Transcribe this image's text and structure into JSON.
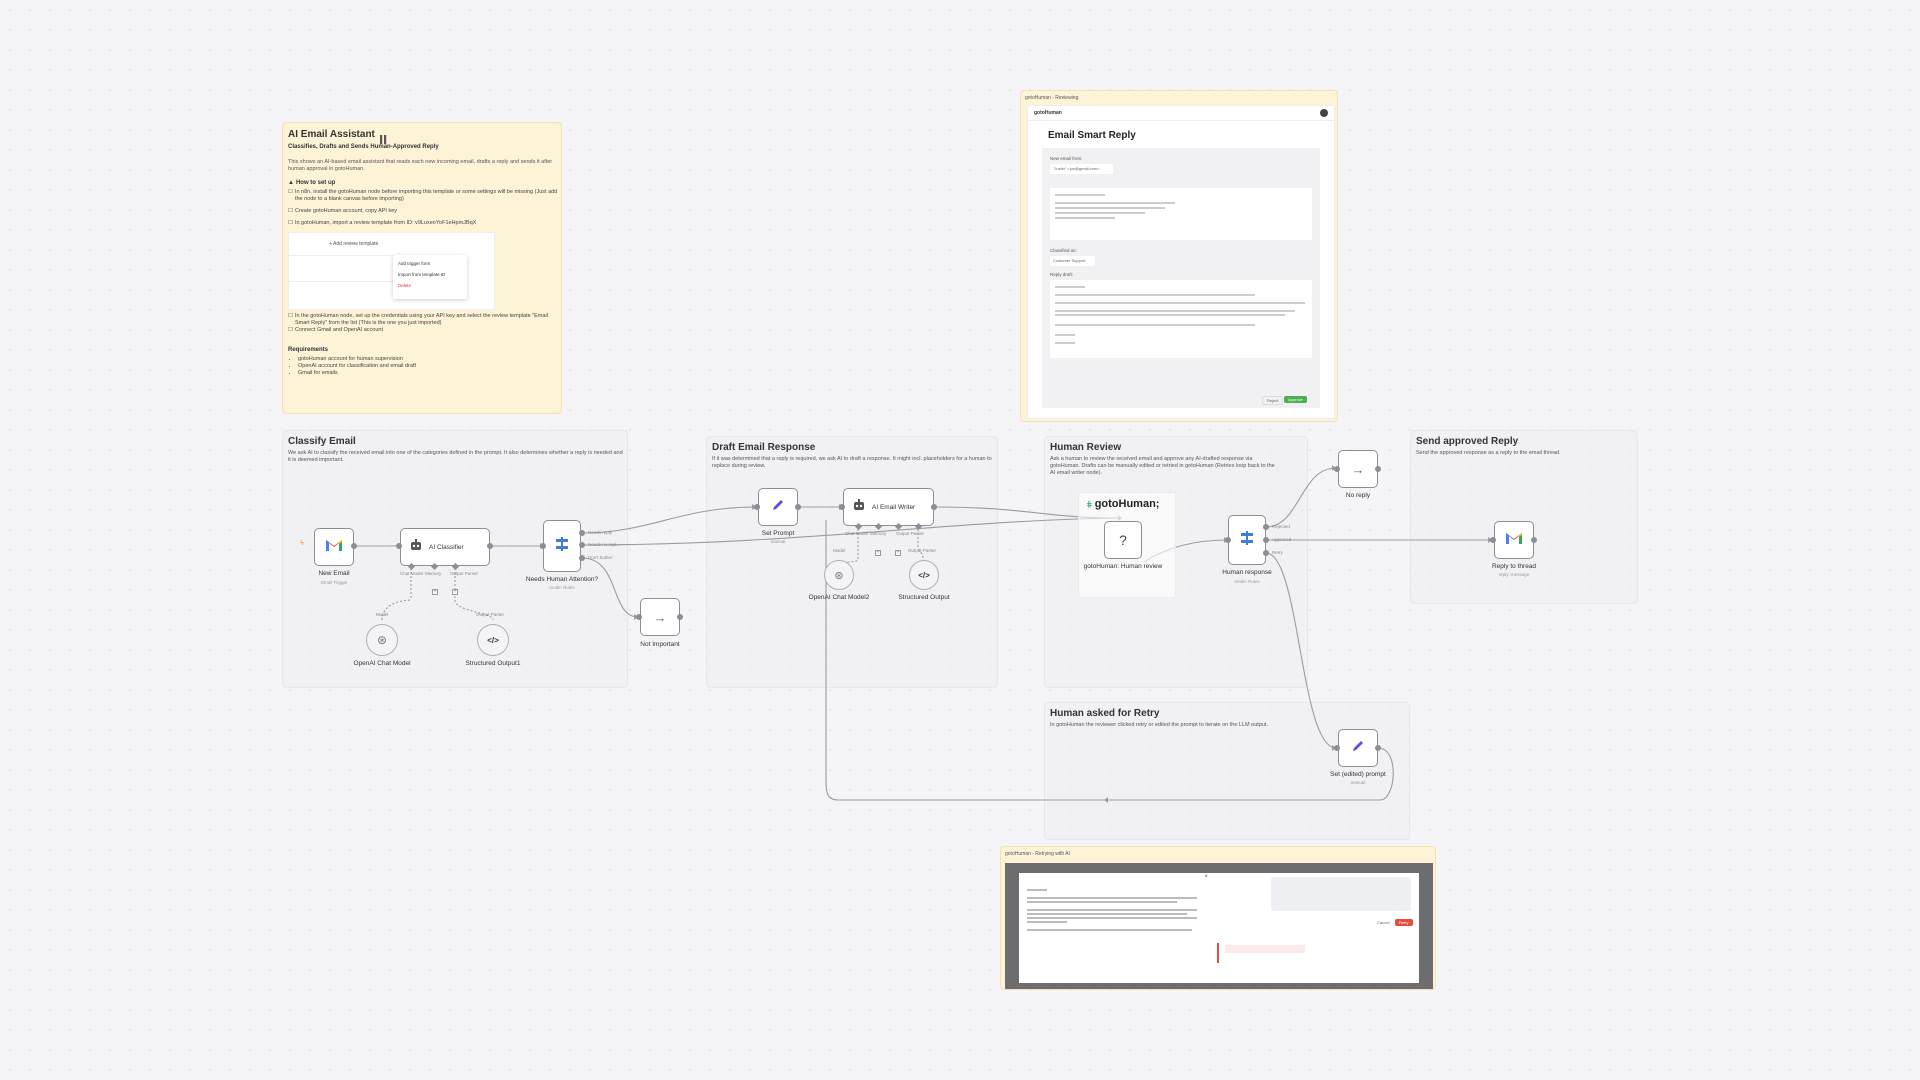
{
  "sticky_main": {
    "title": "AI Email Assistant",
    "subtitle": "Classifies, Drafts and Sends Human-Approved Reply",
    "intro": "This shows an AI-based email assistant that reads each new incoming email, drafts a reply and sends it after human approval in gotoHuman.",
    "how_to_title": "How to set up",
    "steps": [
      "In n8n, install the gotoHuman node before importing this template or some settings will be missing (Just add the node to a blank canvas before importing)",
      "Create gotoHuman account, copy API key",
      "In gotoHuman, import a review template from ID: v9LuxeoYoF1eHpmJBqX"
    ],
    "steps2": [
      "In the gotoHuman node, set up the credentials using your API key and select the review template \"Email Smart Reply\" from the list (This is the one you just imported)",
      "Connect Gmail and OpenAI account"
    ],
    "popup": {
      "button": "+ Add review template",
      "items": [
        "Add trigger form",
        "Import from template ID",
        "Delete"
      ]
    },
    "requirements_title": "Requirements",
    "requirements": [
      "gotoHuman account for human supervision",
      "OpenAI account for classification and email draft",
      "Gmail for emails"
    ]
  },
  "sticky_reviewing": {
    "header": "gotoHuman - Reviewing",
    "brand": "gotoHuman",
    "title": "Email Smart Reply",
    "new_email_label": "New email from:",
    "from_value": "\"Justin\" <jus@gmail.com>",
    "classified_label": "Classified as:",
    "classified_value": "Customer Support",
    "reply_label": "Reply draft:",
    "reject_btn": "Reject",
    "approve_btn": "Approve"
  },
  "sticky_retry": {
    "header": "gotoHuman - Retrying with AI",
    "cancel": "Cancel",
    "retry": "Retry"
  },
  "sections": {
    "classify": {
      "title": "Classify Email",
      "desc": "We ask AI to classify the received email into one of the categories defined in the prompt. It also determines whether a reply is needed and it is deemed important."
    },
    "draft": {
      "title": "Draft Email Response",
      "desc": "If it was determined that a reply is required, we ask AI to draft a response. It might incl. placeholders for a human to replace during review."
    },
    "review": {
      "title": "Human Review",
      "desc": "Ask a human to review the received email and approve any AI-drafted response via gotoHuman. Drafts can be manually edited or retried in gotoHuman (Retries loop back to the AI email writer node)."
    },
    "send": {
      "title": "Send approved Reply",
      "desc": "Send the approved response as a reply to the email thread."
    },
    "retry": {
      "title": "Human asked for Retry",
      "desc": "In gotoHuman the reviewer clicked retry or edited the prompt to iterate on the LLM output."
    }
  },
  "nodes": {
    "new_email": {
      "label": "New Email",
      "sub": "Gmail Trigger"
    },
    "ai_classifier": {
      "label": "AI Classifier",
      "p1": "Chat Model",
      "p2": "Memory",
      "p3": "Output Parser"
    },
    "openai_chat_model": {
      "label": "OpenAI Chat Model",
      "port": "Model"
    },
    "structured_output1": {
      "label": "Structured Output1",
      "port": "Output Parser"
    },
    "needs_attention": {
      "label": "Needs Human Attention?",
      "sub": "mode: Rules",
      "o1": "Needs reply",
      "o2": "Needs no repl...",
      "o3": "Don't bother"
    },
    "not_important": {
      "label": "Not Important"
    },
    "set_prompt": {
      "label": "Set Prompt",
      "sub": "manual"
    },
    "ai_email_writer": {
      "label": "AI Email Writer",
      "p1": "Chat Model",
      "p2": "Memory",
      "p3": "Output Parser"
    },
    "openai_chat_model2": {
      "label": "OpenAI Chat Model2",
      "port": "Model"
    },
    "structured_output": {
      "label": "Structured Output",
      "port": "Output Parser"
    },
    "gotohuman_review": {
      "label": "gotoHuman: Human review",
      "brand": "gotoHuman;"
    },
    "human_response": {
      "label": "Human response",
      "sub": "mode: Rules",
      "o1": "Rejected",
      "o2": "Approved",
      "o3": "Retry"
    },
    "no_reply": {
      "label": "No reply"
    },
    "reply_thread": {
      "label": "Reply to thread",
      "sub": "reply: message"
    },
    "set_edited_prompt": {
      "label": "Set (edited) prompt",
      "sub": "manual"
    }
  }
}
